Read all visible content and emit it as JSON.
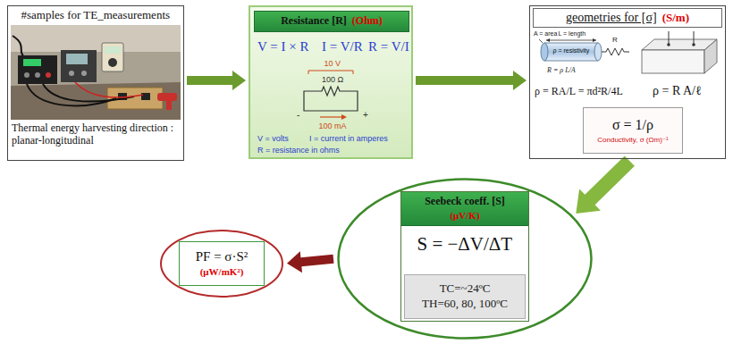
{
  "diagram": {
    "nodes": [
      {
        "text": [
          "#samples for TE_measurements",
          "Thermal energy harvesting direction : planar-longitudinal"
        ]
      },
      {
        "text": [
          "V = I × R",
          "I = V/R",
          "R = V/I",
          "10 V",
          "100 Ω",
          "100 mA",
          "-",
          "+",
          "V = volts",
          "I = current in amperes",
          "R = resistance in ohms"
        ]
      },
      {
        "text": [
          "Resistance [R]",
          "(Ohm)"
        ],
        "in": 1
      },
      {
        "text": [
          "A = area",
          "L = length",
          "ρ = resistivity",
          "R",
          "R = ρ L/A",
          "ρ = RA/L = πd²R/4L",
          "ρ = R A/ℓ"
        ]
      },
      {
        "text": [
          "geometries for [σ]",
          "(S/m)"
        ],
        "in": 3
      },
      {
        "text": [
          "σ = 1/ρ",
          "Conductivity, σ (Ωm)⁻¹"
        ],
        "in": 3
      },
      {
        "text": []
      },
      {
        "text": [
          "S = −ΔV/ΔT"
        ],
        "in": 6
      },
      {
        "text": [
          "Seebeck coeff. [S]",
          "(μV/K)"
        ],
        "in": 7
      },
      {
        "text": [
          "TC=~24ºC",
          "TH=60, 80, 100ºC"
        ],
        "in": 7
      },
      {
        "text": []
      },
      {
        "text": [
          "PF = σ·S²",
          "(μW/mK²)"
        ],
        "in": 10
      }
    ],
    "edges": [
      {
        "from": 0,
        "to": 1,
        "arrow": "to"
      },
      {
        "from": 1,
        "to": 3,
        "arrow": "to"
      },
      {
        "from": 3,
        "to": 6,
        "arrow": "to"
      },
      {
        "from": 6,
        "to": 10,
        "arrow": "to"
      }
    ]
  }
}
